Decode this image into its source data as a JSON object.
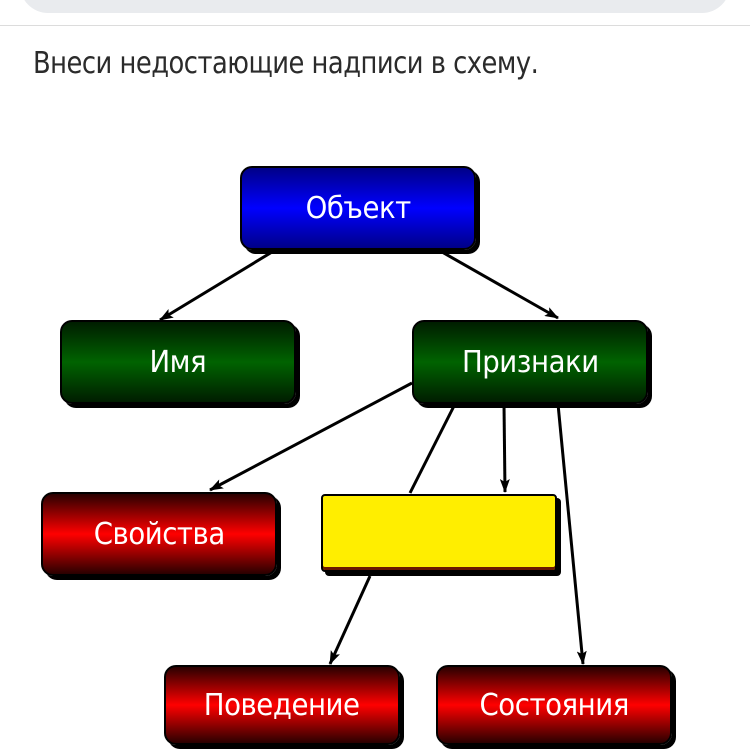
{
  "question": "Внеси недостающие надписи в схему.",
  "diagram": {
    "nodes": {
      "object": "Объект",
      "name": "Имя",
      "features": "Признаки",
      "properties": "Свойства",
      "missing": "",
      "behavior": "Поведение",
      "states": "Состояния"
    },
    "colors": {
      "object": "#0000ff",
      "green": "#006300",
      "red": "#ff0000",
      "missing": "#ffee00"
    }
  }
}
